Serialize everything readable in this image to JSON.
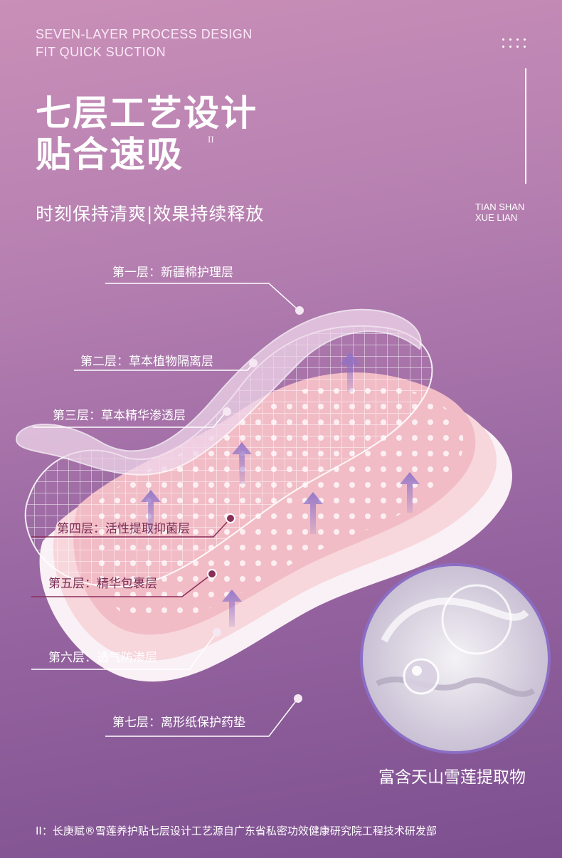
{
  "header": {
    "en_line1": "SEVEN-LAYER PROCESS DESIGN",
    "en_line2": "FIT QUICK SUCTION",
    "cn_line1": "七层工艺设计",
    "cn_line2": "贴合速吸",
    "roman_mark": "II",
    "subtitle": "时刻保持清爽|效果持续释放",
    "side_line1": "TIAN SHAN",
    "side_line2": "XUE LIAN"
  },
  "layers": [
    {
      "label": "第一层：新疆棉护理层"
    },
    {
      "label": "第二层：草本植物隔离层"
    },
    {
      "label": "第三层：草本精华渗透层"
    },
    {
      "label": "第四层：活性提取抑菌层"
    },
    {
      "label": "第五层：精华包裹层"
    },
    {
      "label": "第六层：透气防渗层"
    },
    {
      "label": "第七层：离形纸保护药垫"
    }
  ],
  "extract": {
    "caption": "富含天山雪莲提取物"
  },
  "footnote": "II：长庚赋®雪莲养护贴七层设计工艺源自广东省私密功效健康研究院工程技术研发部",
  "colors": {
    "bg_top": "#c98fb8",
    "bg_bottom": "#7d4f8f",
    "accent_dark": "#8a2f5a",
    "pad_pink": "#f3c7cf"
  }
}
